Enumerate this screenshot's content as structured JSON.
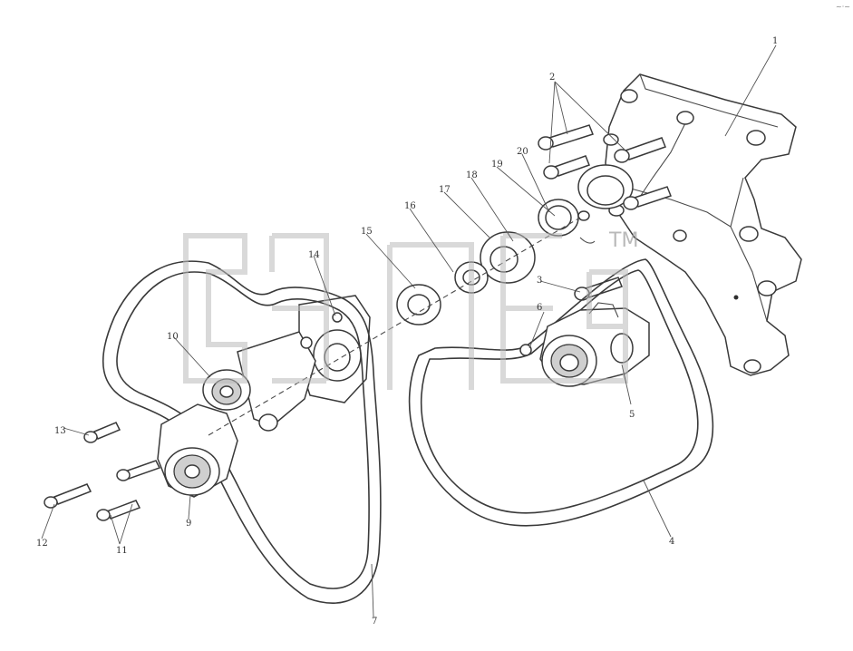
{
  "diagram": {
    "callouts": [
      "1",
      "2",
      "3",
      "4",
      "5",
      "6",
      "7",
      "9",
      "10",
      "11",
      "12",
      "13",
      "14",
      "15",
      "16",
      "17",
      "18",
      "19",
      "20"
    ]
  },
  "watermark": {
    "text": "СПЕЦ",
    "trademark": "TM"
  },
  "corner_mark": "~·~"
}
